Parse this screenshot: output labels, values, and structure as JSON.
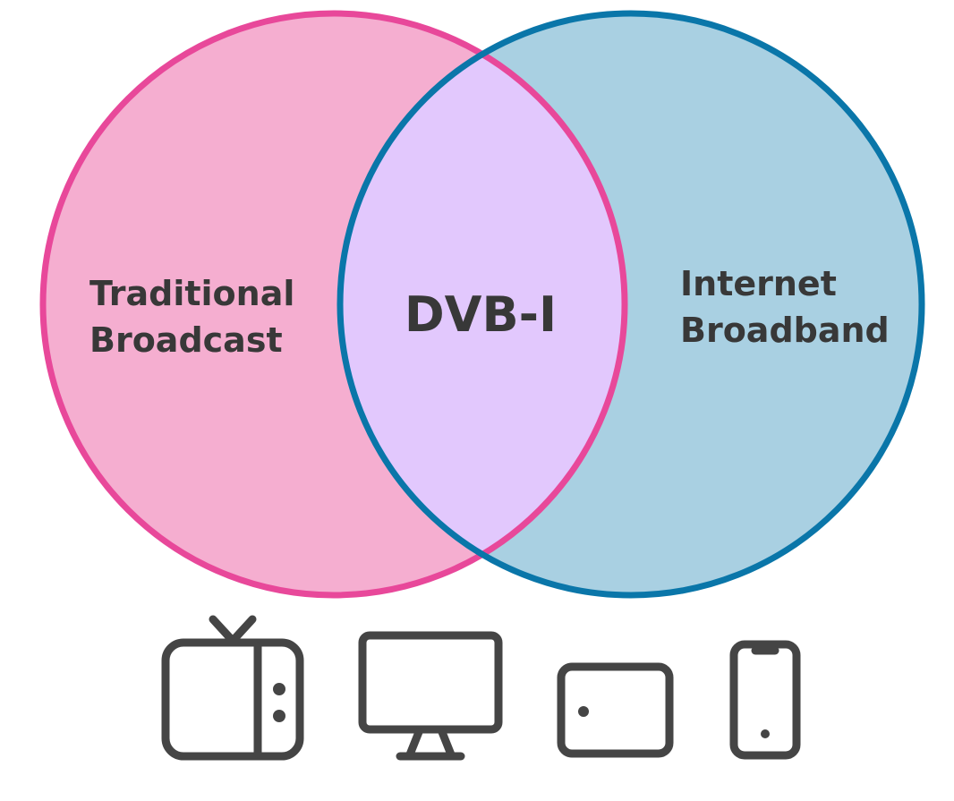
{
  "venn": {
    "left": {
      "lines": [
        "Traditional",
        "Broadcast"
      ],
      "fill": "#f5aed0",
      "stroke": "#e8489a"
    },
    "right": {
      "lines": [
        "Internet",
        "Broadband"
      ],
      "fill": "#a9d0e2",
      "stroke": "#0a76a9"
    },
    "center": {
      "label": "DVB-I",
      "fill": "#e2c8fd"
    }
  },
  "devices": [
    {
      "icon": "tv-icon"
    },
    {
      "icon": "desktop-monitor-icon"
    },
    {
      "icon": "tablet-icon"
    },
    {
      "icon": "smartphone-icon"
    }
  ],
  "icon_color": "#454545"
}
